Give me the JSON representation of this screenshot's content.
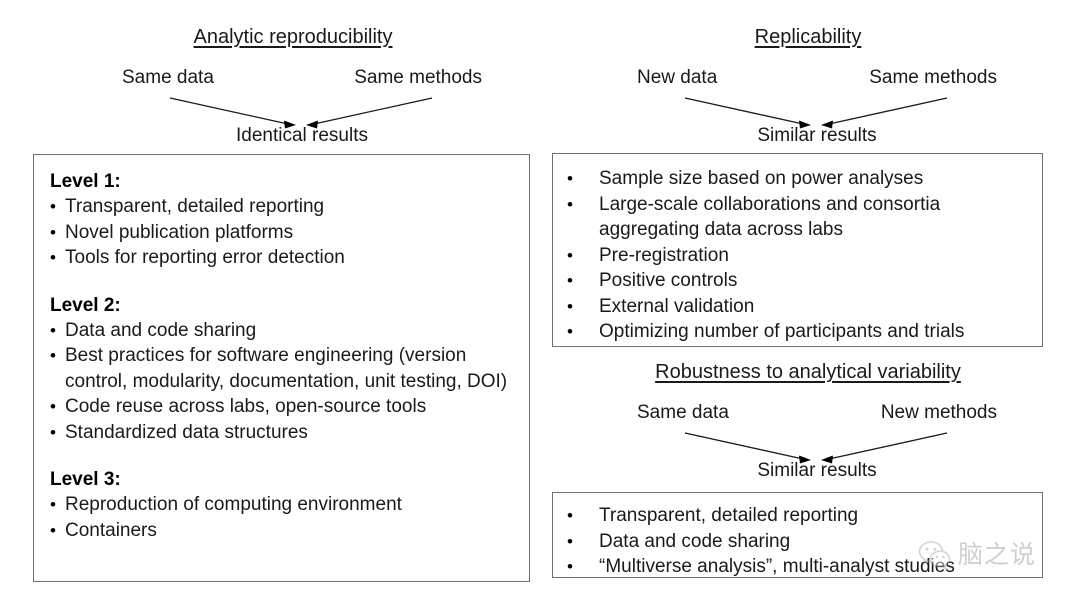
{
  "sections": {
    "analytic": {
      "title": "Analytic reproducibility",
      "flow": {
        "left_label": "Same data",
        "right_label": "Same methods",
        "result_label": "Identical results"
      },
      "groups": [
        {
          "heading": "Level 1:",
          "items": [
            "Transparent, detailed reporting",
            "Novel publication platforms",
            "Tools for reporting error detection"
          ]
        },
        {
          "heading": "Level 2:",
          "items": [
            "Data and code sharing",
            "Best practices for software engineering (version control, modularity, documentation, unit testing, DOI)",
            "Code reuse across labs, open-source tools",
            "Standardized data structures"
          ]
        },
        {
          "heading": "Level 3:",
          "items": [
            "Reproduction of computing environment",
            "Containers"
          ]
        }
      ]
    },
    "replicability": {
      "title": "Replicability",
      "flow": {
        "left_label": "New data",
        "right_label": "Same methods",
        "result_label": "Similar results"
      },
      "items": [
        "Sample size based on power analyses",
        "Large-scale collaborations and consortia aggregating data across labs",
        "Pre-registration",
        "Positive controls",
        "External validation",
        "Optimizing number of participants and trials"
      ]
    },
    "robustness": {
      "title": "Robustness to analytical variability",
      "flow": {
        "left_label": "Same data",
        "right_label": "New methods",
        "result_label": "Similar results"
      },
      "items": [
        "Transparent, detailed reporting",
        "Data and code sharing",
        "“Multiverse analysis”, multi-analyst studies"
      ]
    }
  },
  "watermark": {
    "icon": "wechat-icon",
    "text": "脑之说"
  },
  "colors": {
    "text": "#1a1a1a",
    "border": "#6f6f6f",
    "background": "#ffffff",
    "watermark": "#8e8e8e"
  }
}
